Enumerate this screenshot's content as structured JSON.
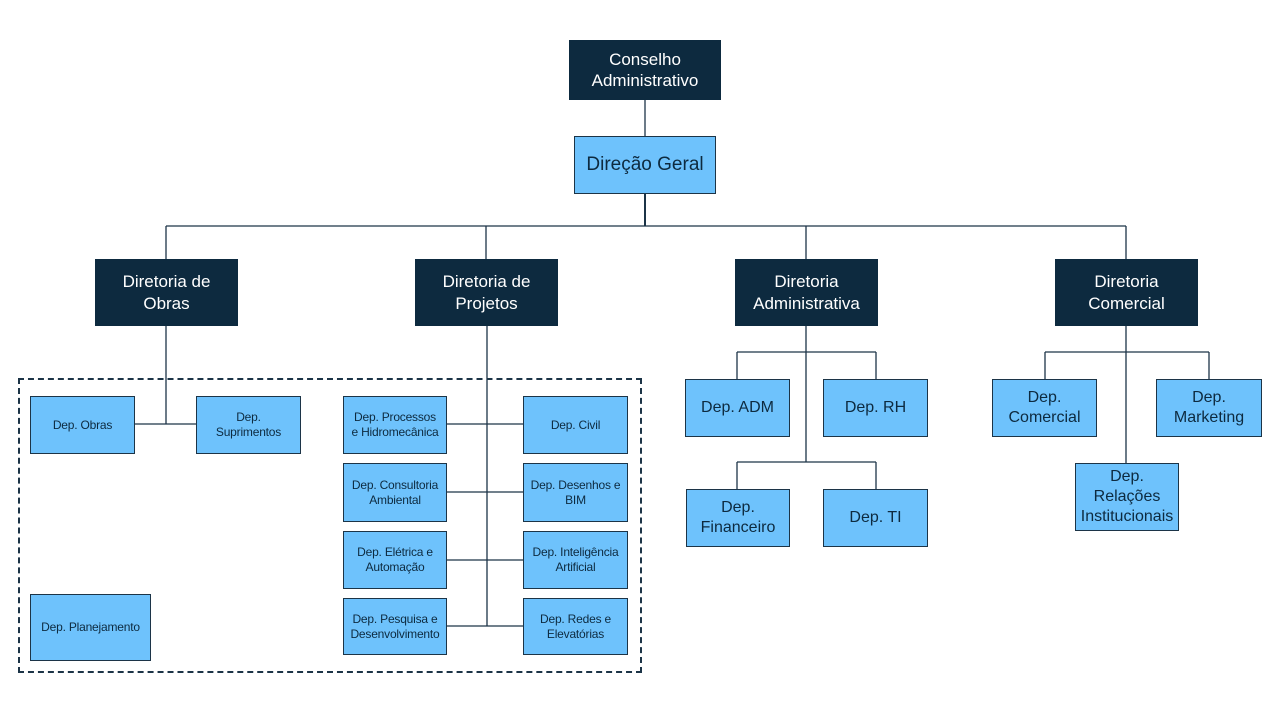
{
  "colors": {
    "dark": "#0d2a3f",
    "light": "#6ec2fc",
    "line": "#1c3447"
  },
  "nodes": {
    "conselho": "Conselho\nAdministrativo",
    "direcao": "Direção Geral",
    "dir_obras": "Diretoria de\nObras",
    "dir_projetos": "Diretoria de\nProjetos",
    "dir_administrativa": "Diretoria\nAdministrativa",
    "dir_comercial": "Diretoria\nComercial",
    "dep_obras": "Dep. Obras",
    "dep_suprimentos": "Dep.\nSuprimentos",
    "dep_planejamento": "Dep. Planejamento",
    "dep_processos": "Dep. Processos\ne Hidromecânica",
    "dep_consultoria": "Dep. Consultoria\nAmbiental",
    "dep_eletrica": "Dep. Elétrica e\nAutomação",
    "dep_pesquisa": "Dep. Pesquisa e\nDesenvolvimento",
    "dep_civil": "Dep. Civil",
    "dep_desenhos": "Dep. Desenhos e\nBIM",
    "dep_ia": "Dep. Inteligência\nArtificial",
    "dep_redes": "Dep. Redes e\nElevatórias",
    "dep_adm": "Dep. ADM",
    "dep_rh": "Dep. RH",
    "dep_financeiro": "Dep.\nFinanceiro",
    "dep_ti": "Dep. TI",
    "dep_comercial": "Dep.\nComercial",
    "dep_marketing": "Dep.\nMarketing",
    "dep_relacoes": "Dep.\nRelações\nInstitucionais"
  }
}
